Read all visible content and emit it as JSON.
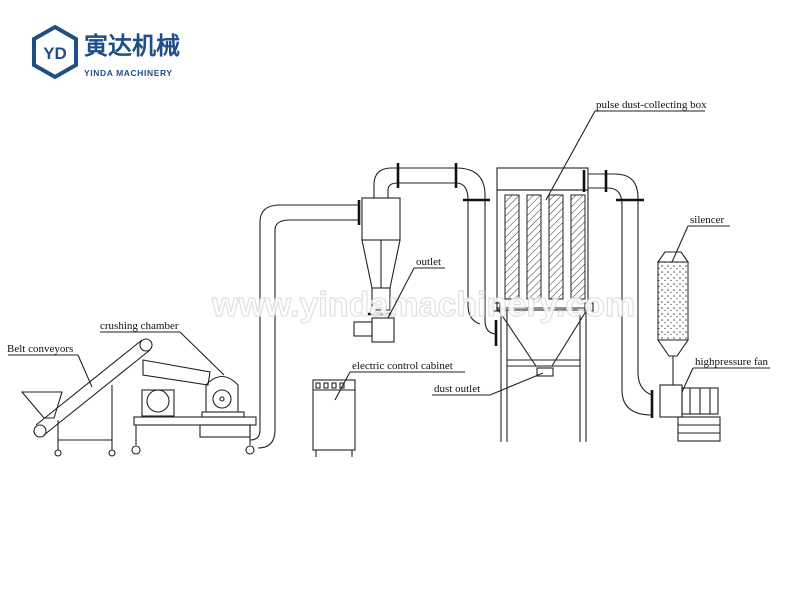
{
  "logo": {
    "cn": "寅达机械",
    "en": "YINDA MACHINERY",
    "mark": "YD",
    "color": "#1f4f86"
  },
  "watermark": "www.yindamachinery.com",
  "labels": {
    "pulse_box": "pulse dust-collecting box",
    "silencer": "silencer",
    "outlet": "outlet",
    "crushing_chamber": "crushing chamber",
    "belt_conveyors": "Belt conveyors",
    "electric_cabinet": "electric control cabinet",
    "dust_outlet": "dust outlet",
    "fan": "highpressure fan"
  }
}
